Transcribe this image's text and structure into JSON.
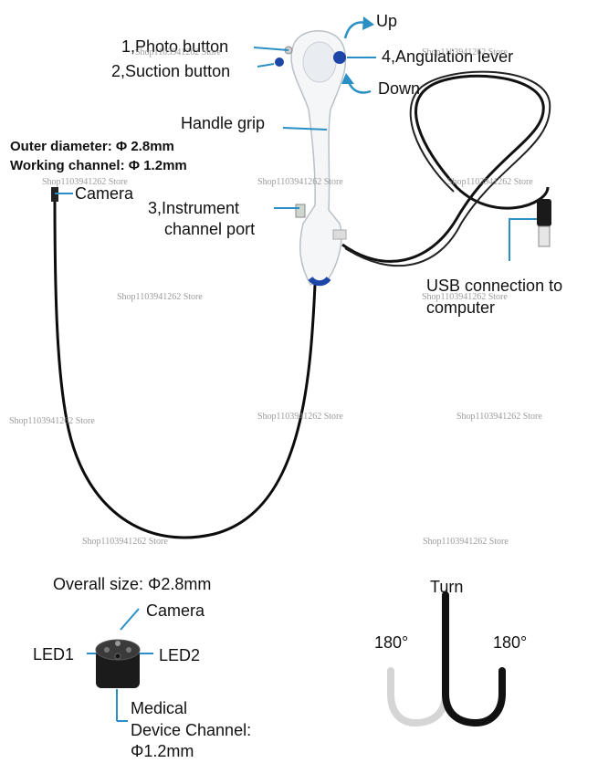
{
  "labels": {
    "up": "Up",
    "down": "Down",
    "photo_button": "1,Photo button",
    "suction_button": "2,Suction button",
    "angulation_lever": "4,Angulation lever",
    "handle_grip": "Handle grip",
    "outer_diameter": "Outer diameter:   Φ 2.8mm",
    "working_channel": "Working channel: Φ 1.2mm",
    "camera_top": "Camera",
    "instrument_port_line1": "3,Instrument",
    "instrument_port_line2": "channel port",
    "usb_line1": "USB connection to",
    "usb_line2": "computer",
    "overall_size": "Overall size: Φ2.8mm",
    "camera_tip": "Camera",
    "led1": "LED1",
    "led2": "LED2",
    "channel_line1": "Medical",
    "channel_line2": "Device Channel:",
    "channel_line3": "Φ1.2mm",
    "turn": "Turn",
    "angle_left": "180°",
    "angle_right": "180°"
  },
  "watermark": "Shop1103941262 Store",
  "colors": {
    "leader": "#2a8fc4",
    "cable": "#111111",
    "handle": "#f4f6f8",
    "knob": "#1d46a8",
    "watermark": "#8a8a8a"
  }
}
